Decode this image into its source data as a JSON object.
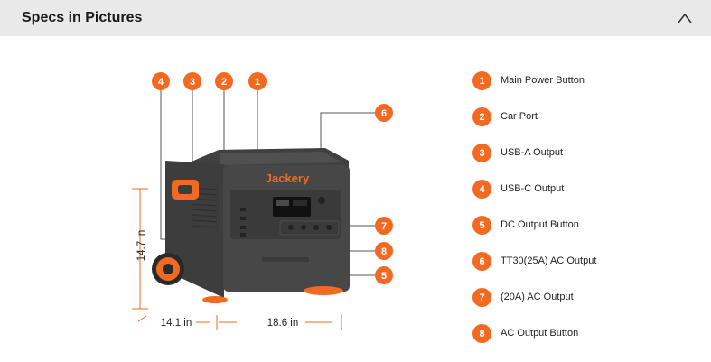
{
  "header": {
    "title": "Specs in Pictures"
  },
  "figure": {
    "callouts": [
      "4",
      "3",
      "2",
      "1",
      "6",
      "7",
      "8",
      "5"
    ],
    "brand": "Jackery",
    "dimensions": {
      "height": "14.7 in",
      "depth": "14.1 in",
      "width": "18.6 in"
    }
  },
  "legend": [
    {
      "num": "1",
      "label": "Main Power Button"
    },
    {
      "num": "2",
      "label": "Car Port"
    },
    {
      "num": "3",
      "label": "USB-A Output"
    },
    {
      "num": "4",
      "label": "USB-C Output"
    },
    {
      "num": "5",
      "label": "DC Output Button"
    },
    {
      "num": "6",
      "label": "TT30(25A) AC Output"
    },
    {
      "num": "7",
      "label": "(20A) AC Output"
    },
    {
      "num": "8",
      "label": "AC Output Button"
    }
  ],
  "colors": {
    "accent": "#f26a21",
    "header_bg": "#e9e9e9"
  },
  "icons": {
    "collapse": "chevron-up-icon"
  }
}
